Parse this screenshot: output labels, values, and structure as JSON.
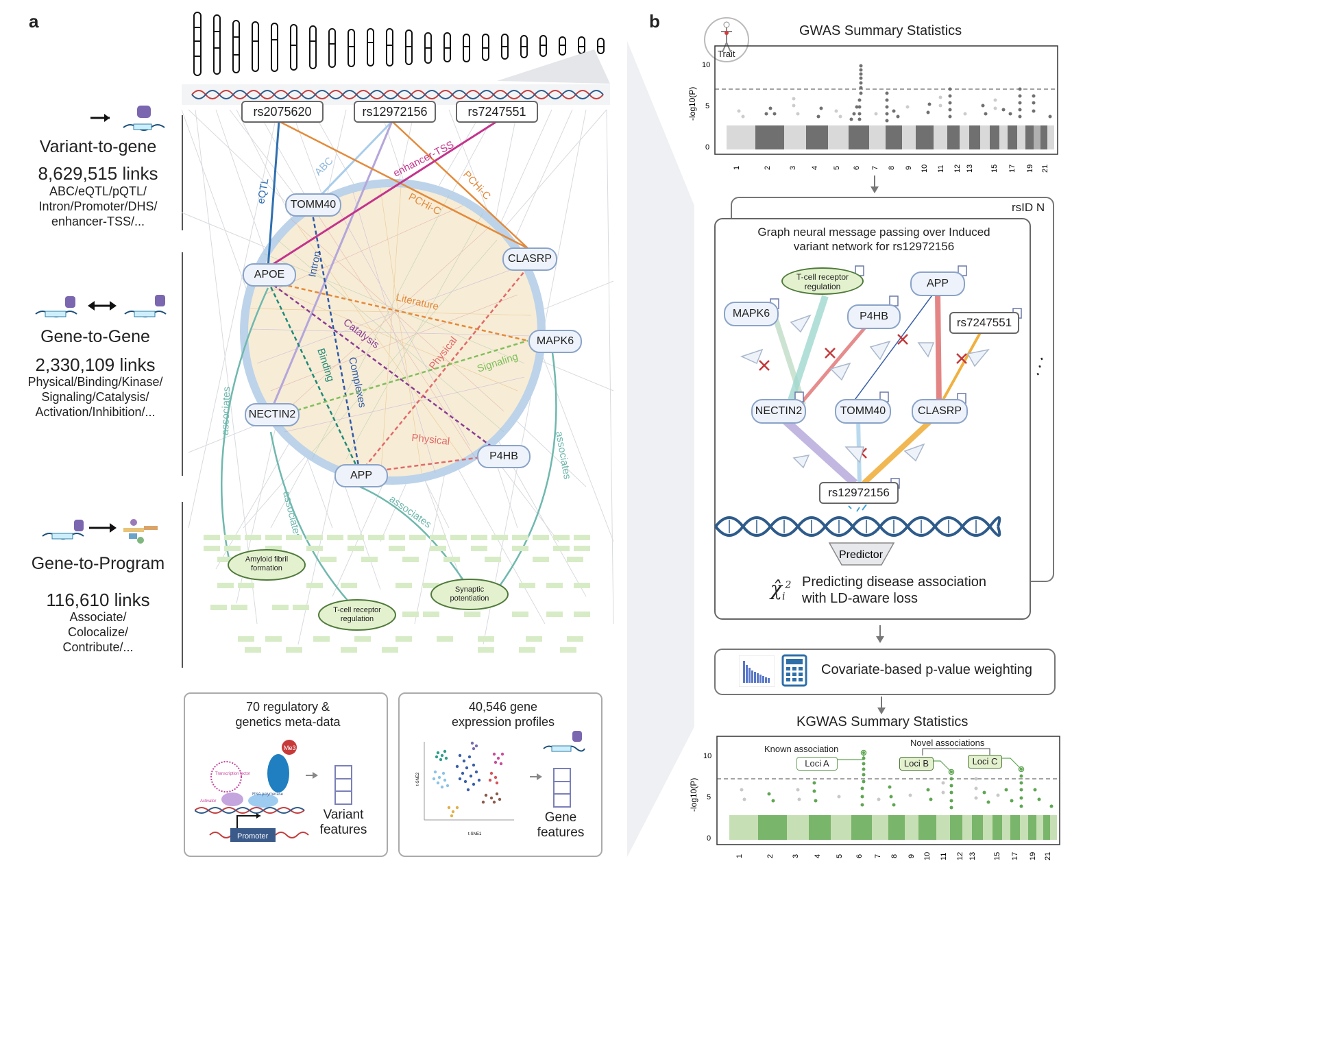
{
  "panel_a": {
    "letter": "a",
    "categories": [
      {
        "title": "Variant-to-gene",
        "count": "8,629,515 links",
        "desc": [
          "ABC/eQTL/pQTL/",
          "Intron/Promoter/DHS/",
          "enhancer-TSS/..."
        ]
      },
      {
        "title": "Gene-to-Gene",
        "count": "2,330,109 links",
        "desc": [
          "Physical/Binding/Kinase/",
          "Signaling/Catalysis/",
          "Activation/Inhibition/..."
        ]
      },
      {
        "title": "Gene-to-Program",
        "count": "116,610 links",
        "desc": [
          "Associate/",
          "Colocalize/",
          "Contribute/..."
        ]
      }
    ],
    "variants": [
      "rs2075620",
      "rs12972156",
      "rs7247551"
    ],
    "genes": [
      "TOMM40",
      "APOE",
      "CLASRP",
      "MAPK6",
      "NECTIN2",
      "APP",
      "P4HB"
    ],
    "edge_labels": [
      "eQTL",
      "ABC",
      "enhancer-TSS",
      "PCHi-C",
      "PCHi-C",
      "Intron",
      "Literature",
      "Catalysis",
      "Physical",
      "Signaling",
      "Binding",
      "Complexes",
      "Physical",
      "associates",
      "associates",
      "associates",
      "associates"
    ],
    "programs": [
      "Amyloid fibril formation",
      "T-cell receptor regulation",
      "Synaptic potentiation"
    ],
    "feature_boxes": [
      {
        "title": "70 regulatory & genetics meta-data",
        "label": "Variant features",
        "tags": [
          "Me3",
          "Transcription factor",
          "Activator",
          "RNA polymerase",
          "Promoter"
        ]
      },
      {
        "title": "40,546 gene expression profiles",
        "label": "Gene features",
        "xaxis": "t-SNE1",
        "yaxis": "t-SNE2"
      }
    ]
  },
  "panel_b": {
    "letter": "b",
    "gwas_title": "GWAS Summary Statistics",
    "trait_label": "Trait",
    "ylabel": "-log10(P)",
    "yticks": [
      "10",
      "5",
      "0"
    ],
    "xticks": [
      "1",
      "2",
      "3",
      "4",
      "5",
      "6",
      "7",
      "8",
      "9",
      "10",
      "11",
      "12",
      "13",
      "15",
      "17",
      "19",
      "21"
    ],
    "stack_label": "rsID N",
    "gnn_title": "Graph neural message passing over Induced variant network for rs12972156",
    "gnn_nodes": [
      "T-cell receptor regulation",
      "APP",
      "MAPK6",
      "P4HB",
      "rs7247551",
      "NECTIN2",
      "TOMM40",
      "CLASRP",
      "rs12972156"
    ],
    "predictor": "Predictor",
    "chi_symbol": "χ̂",
    "predict_text": [
      "Predicting disease association",
      "with LD-aware loss"
    ],
    "weighting_text": "Covariate-based p-value weighting",
    "kgwas_title": "KGWAS Summary Statistics",
    "known_label": "Known association",
    "novel_label": "Novel associations",
    "loci": [
      "Loci A",
      "Loci B",
      "Loci C"
    ]
  }
}
